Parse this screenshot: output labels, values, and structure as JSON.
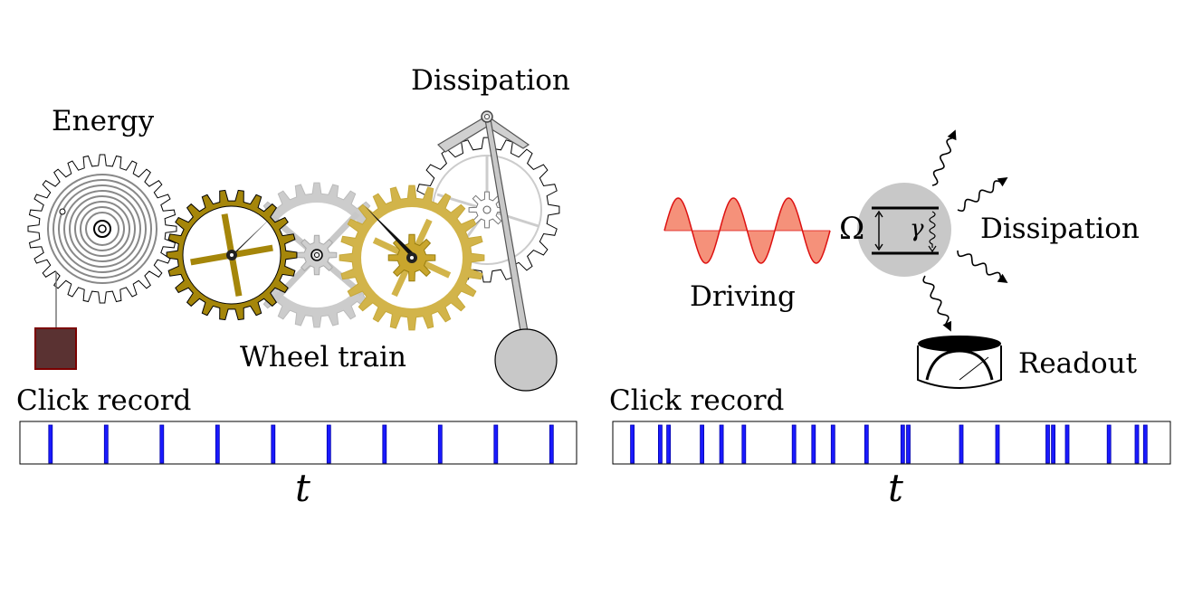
{
  "left_panel": {
    "energy_label": "Energy",
    "dissipation_label": "Dissipation",
    "wheel_train_label": "Wheel train",
    "click_record_label": "Click record",
    "time_label": "t",
    "clicks": [
      0.055,
      0.155,
      0.255,
      0.355,
      0.455,
      0.555,
      0.655,
      0.755,
      0.855,
      0.955
    ],
    "colors": {
      "gear_dark": "#a5860a",
      "gear_light": "#d2b44a",
      "gear_gray": "#c8c8c8",
      "weight": "#5a3232",
      "click": "#1a1aff"
    }
  },
  "right_panel": {
    "driving_label": "Driving",
    "dissipation_label": "Dissipation",
    "readout_label": "Readout",
    "rabi_symbol": "Ω",
    "decay_symbol": "γ",
    "click_record_label": "Click record",
    "time_label": "t",
    "clicks": [
      0.035,
      0.085,
      0.1,
      0.16,
      0.195,
      0.235,
      0.325,
      0.36,
      0.395,
      0.455,
      0.52,
      0.53,
      0.625,
      0.69,
      0.78,
      0.79,
      0.815,
      0.89,
      0.94,
      0.955
    ],
    "colors": {
      "wave_fill": "#f5917a",
      "wave_line": "#dd1111",
      "atom": "#c8c8c8",
      "click": "#1a1aff"
    }
  }
}
